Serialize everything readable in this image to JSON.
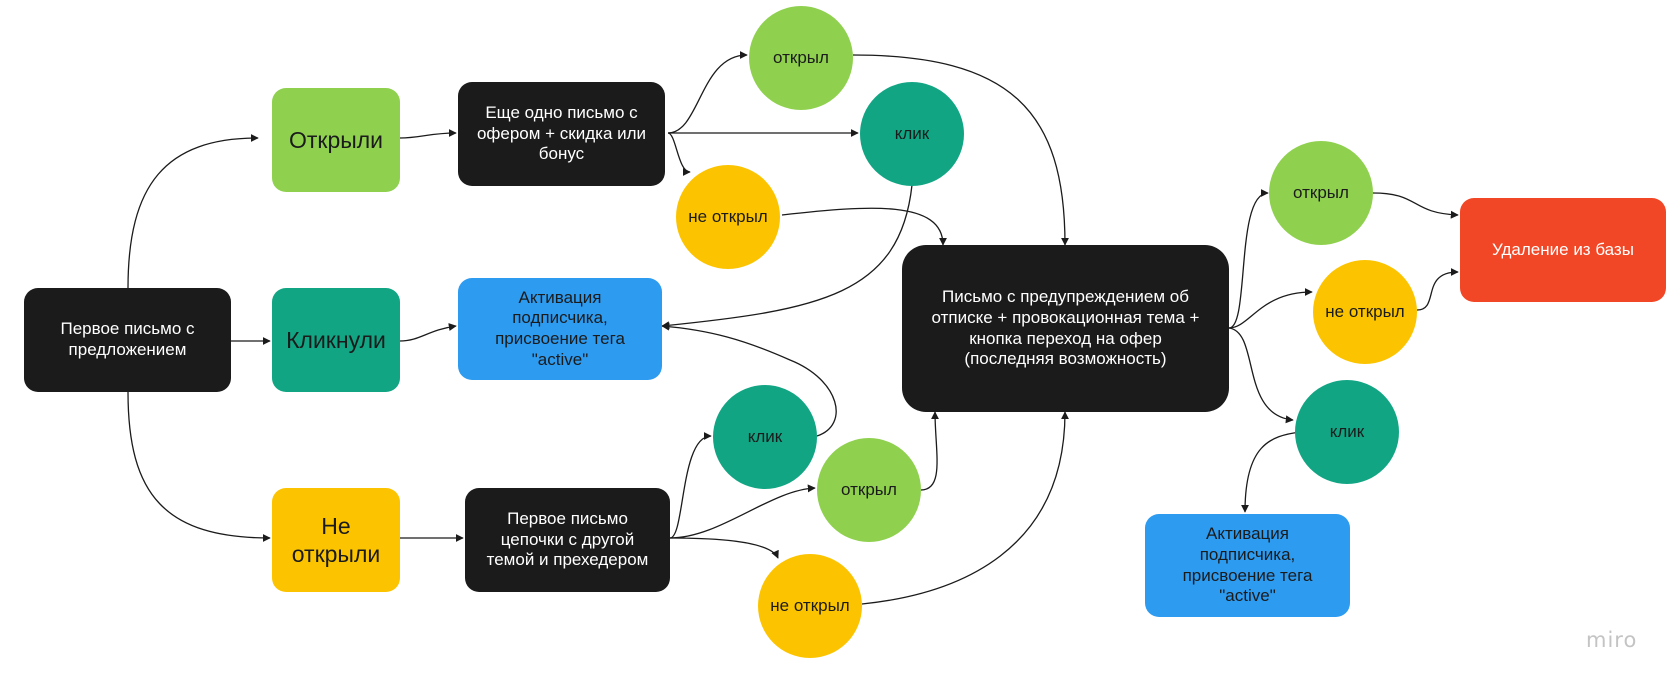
{
  "nodes": {
    "first_letter": "Первое письмо с предложением",
    "opened": "Открыли",
    "clicked": "Кликнули",
    "not_opened": "Не открыли",
    "another_letter": "Еще одно письмо с офером + скидка или бонус",
    "activation_1": "Активация подписчика, присвоение тега \"active\"",
    "chain_first_letter": "Первое письмо цепочки с другой темой и прехедером",
    "top_opened": "открыл",
    "top_click": "клик",
    "top_not_opened": "не открыл",
    "bottom_click": "клик",
    "bottom_opened": "открыл",
    "bottom_not_opened": "не открыл",
    "warning_letter": "Письмо с предупреждением об отписке + провокационная тема + кнопка переход на офер (последняя возможность)",
    "right_opened": "открыл",
    "right_not_opened": "не открыл",
    "right_click": "клик",
    "delete_from_base": "Удаление из базы",
    "activation_2": "Активация подписчика, присвоение тега \"active\""
  },
  "colors": {
    "dark": "#1b1b1b",
    "lime": "#8fd14f",
    "teal": "#12a584",
    "yellow": "#fcc400",
    "blue": "#2d9bf0",
    "red": "#f24726"
  },
  "watermark": "miro"
}
